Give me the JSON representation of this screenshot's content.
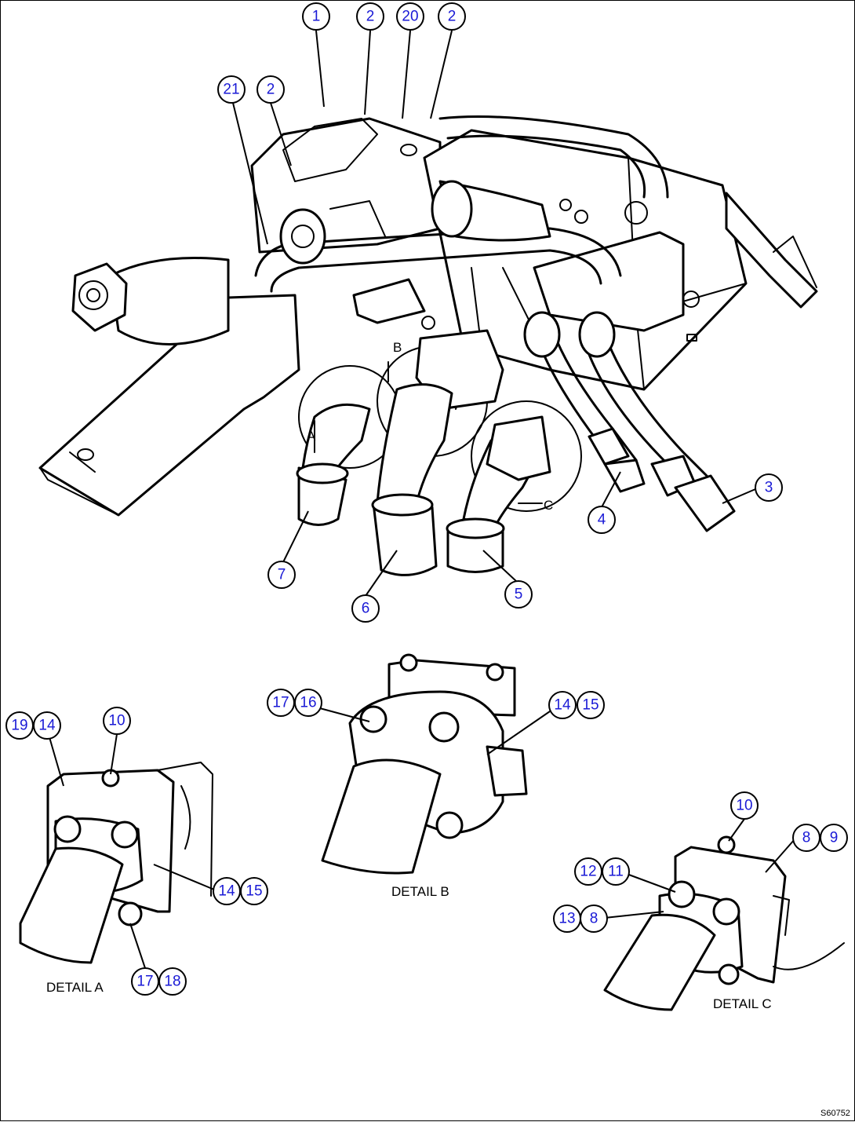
{
  "callouts": [
    {
      "n": "1"
    },
    {
      "n": "2"
    },
    {
      "n": "20"
    },
    {
      "n": "2"
    },
    {
      "n": "21"
    },
    {
      "n": "2"
    },
    {
      "n": "3"
    },
    {
      "n": "4"
    },
    {
      "n": "5"
    },
    {
      "n": "6"
    },
    {
      "n": "7"
    },
    {
      "n": "17"
    },
    {
      "n": "16"
    },
    {
      "n": "14"
    },
    {
      "n": "15"
    },
    {
      "n": "19"
    },
    {
      "n": "14"
    },
    {
      "n": "10"
    },
    {
      "n": "14"
    },
    {
      "n": "15"
    },
    {
      "n": "17"
    },
    {
      "n": "18"
    },
    {
      "n": "10"
    },
    {
      "n": "8"
    },
    {
      "n": "9"
    },
    {
      "n": "12"
    },
    {
      "n": "11"
    },
    {
      "n": "13"
    },
    {
      "n": "8"
    }
  ],
  "view_letters": {
    "a": "A",
    "b": "B",
    "c": "C"
  },
  "details": {
    "a": "DETAIL A",
    "b": "DETAIL B",
    "c": "DETAIL C"
  },
  "drawing_ref": "S60752"
}
